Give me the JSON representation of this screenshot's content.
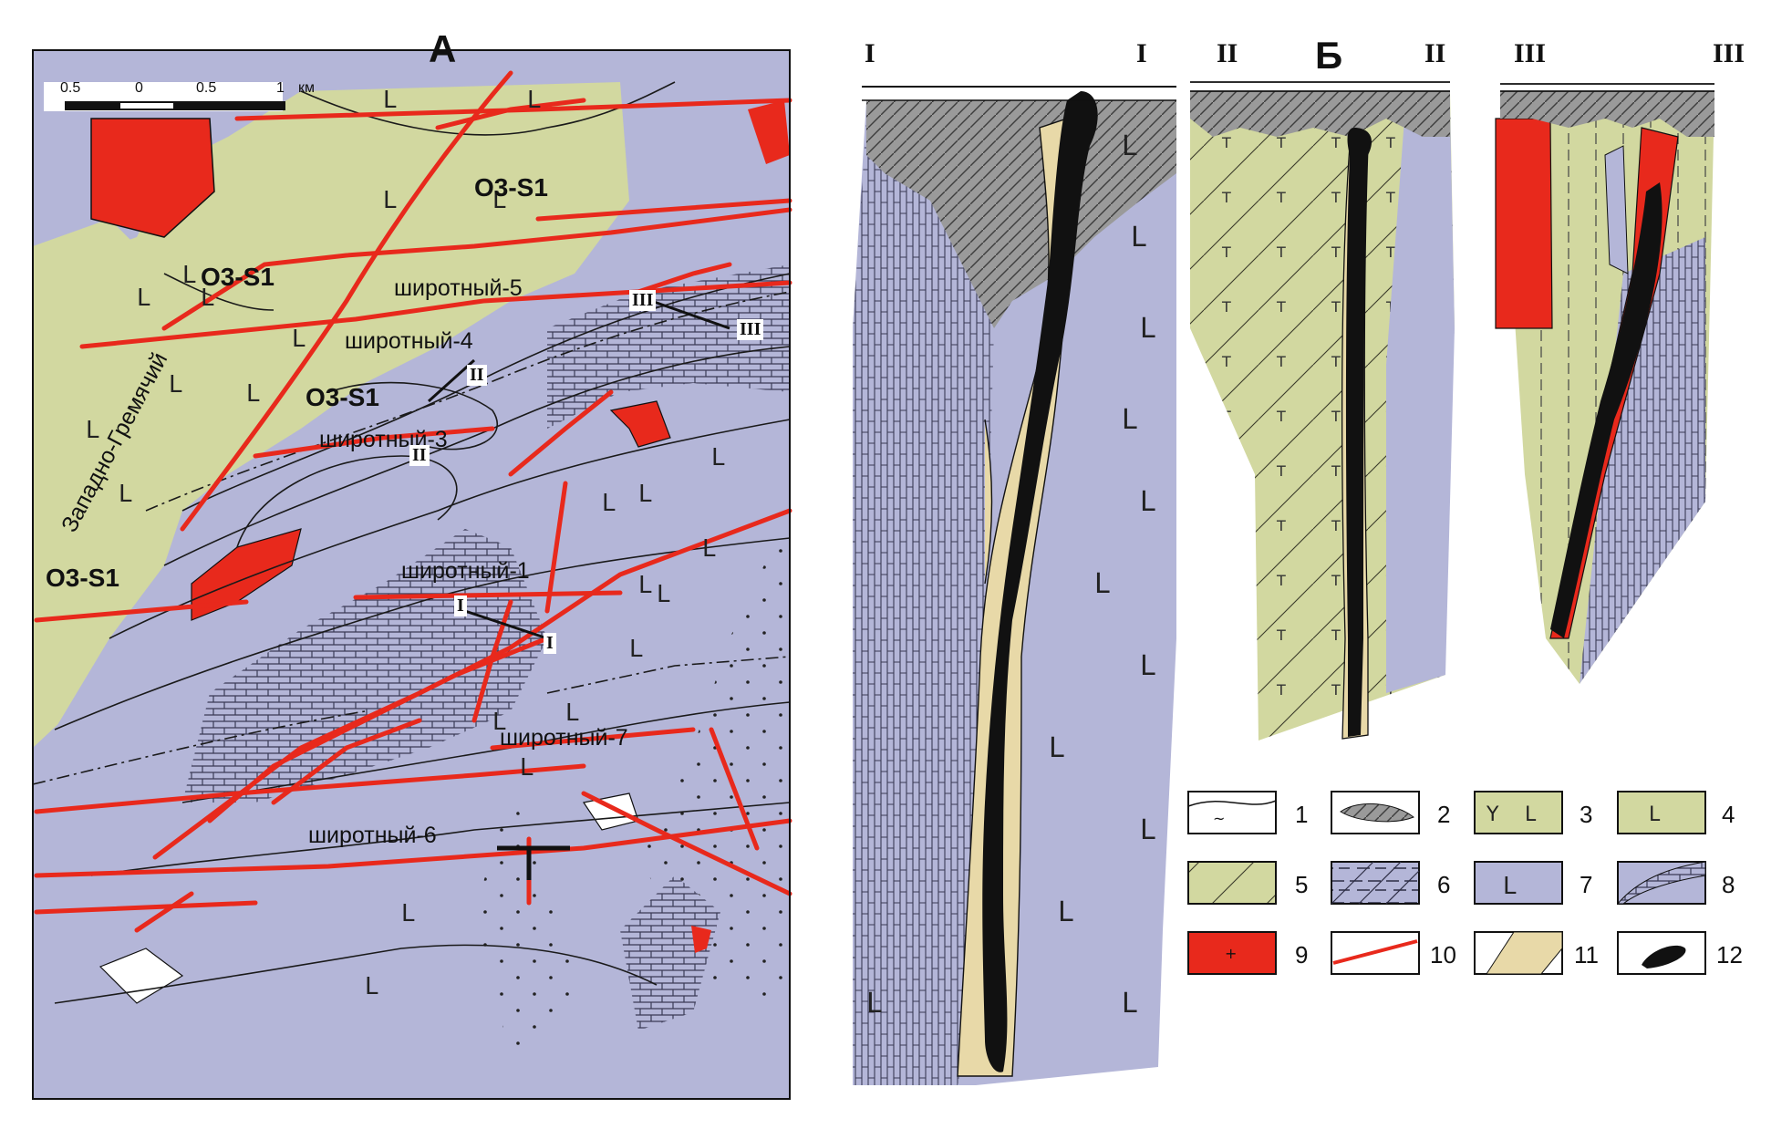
{
  "panels": {
    "map_letter": "А",
    "sections_letter": "Б"
  },
  "scale_bar": {
    "ticks": [
      "0.5",
      "0",
      "0.5",
      "1"
    ],
    "unit": "км"
  },
  "map_labels": {
    "age_upper_left": "O3-S1",
    "age_upper_right": "O3-S1",
    "age_middle": "O3-S1",
    "age_left": "O3-S1",
    "fault_5": "широтный-5",
    "fault_4": "широтный-4",
    "fault_3": "широтный-3",
    "fault_1": "широтный-1",
    "fault_7": "широтный-7",
    "fault_6": "широтный-6",
    "fault_west": "Западно-Гремячий"
  },
  "section_lines": {
    "s1": "I",
    "s2": "II",
    "s3": "III"
  },
  "legend": {
    "items": [
      {
        "num": "1",
        "pattern": "overburden"
      },
      {
        "num": "2",
        "pattern": "hatched-gray"
      },
      {
        "num": "3",
        "pattern": "green-Y-L"
      },
      {
        "num": "4",
        "pattern": "green-L"
      },
      {
        "num": "5",
        "pattern": "green-hatched"
      },
      {
        "num": "6",
        "pattern": "purple-dashed"
      },
      {
        "num": "7",
        "pattern": "purple-L"
      },
      {
        "num": "8",
        "pattern": "carbonate-bricks"
      },
      {
        "num": "9",
        "pattern": "red-cross"
      },
      {
        "num": "10",
        "pattern": "red-fault-line"
      },
      {
        "num": "11",
        "pattern": "tan-dike"
      },
      {
        "num": "12",
        "pattern": "black-ore-body"
      }
    ]
  },
  "colors": {
    "green": "#d2d8a0",
    "purple": "#b4b6d8",
    "red": "#e8291c",
    "tan": "#e8d9a8",
    "gray_hatch": "#9a9a9a",
    "black": "#111111"
  }
}
